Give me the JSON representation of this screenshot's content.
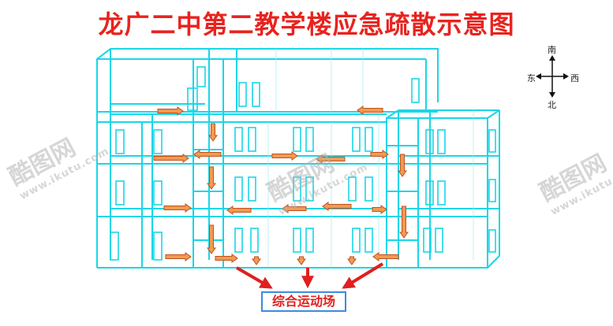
{
  "title": "龙广二中第二教学楼应急疏散示意图",
  "compass": {
    "north": "南",
    "south": "北",
    "east": "东",
    "west": "西"
  },
  "destination": "综合运动场",
  "watermark": {
    "brand": "酷图网",
    "url": "www.ikutu.com"
  },
  "colors": {
    "title": "#e8231f",
    "building_lines": "#19d6e8",
    "interior_lines": "#7fe6f0",
    "route_arrow_fill": "#f09a52",
    "route_arrow_stroke": "#c2521c",
    "final_arrow": "#e01f1f",
    "destination_border": "#3d8be0"
  }
}
